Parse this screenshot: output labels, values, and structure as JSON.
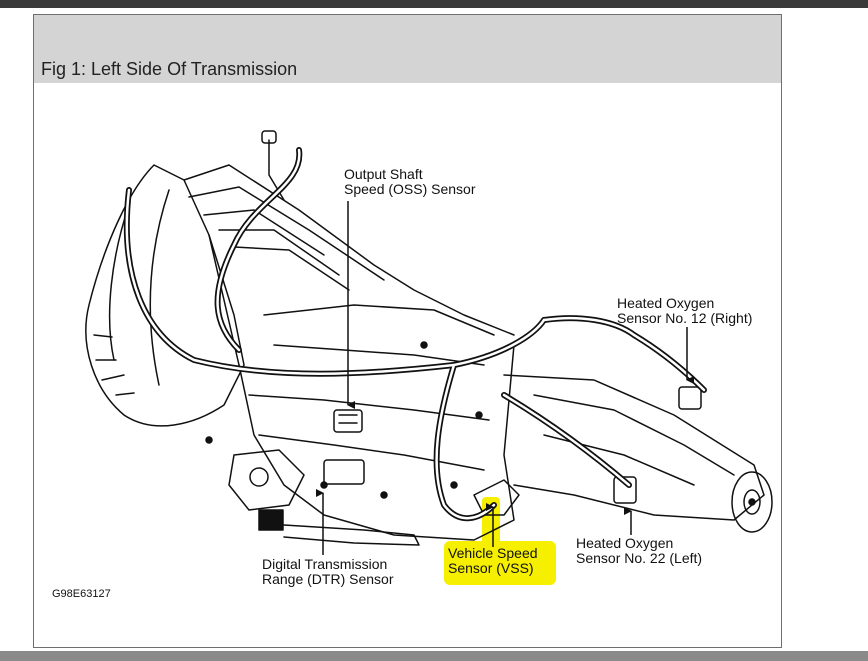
{
  "caption": "Fig 1: Left Side Of Transmission",
  "labels": {
    "oss": {
      "line1": "Output Shaft",
      "line2": "Speed (OSS) Sensor"
    },
    "ho2s_right": {
      "line1": "Heated Oxygen",
      "line2": "Sensor No. 12 (Right)"
    },
    "ho2s_left": {
      "line1": "Heated Oxygen",
      "line2": "Sensor No. 22 (Left)"
    },
    "vss": {
      "line1": "Vehicle Speed",
      "line2": "Sensor (VSS)"
    },
    "dtr": {
      "line1": "Digital Transmission",
      "line2": "Range (DTR) Sensor"
    }
  },
  "figure_code": "G98E63127",
  "colors": {
    "highlight": "#f6f000",
    "caption_bar": "#d4d4d4",
    "line": "#111111"
  }
}
